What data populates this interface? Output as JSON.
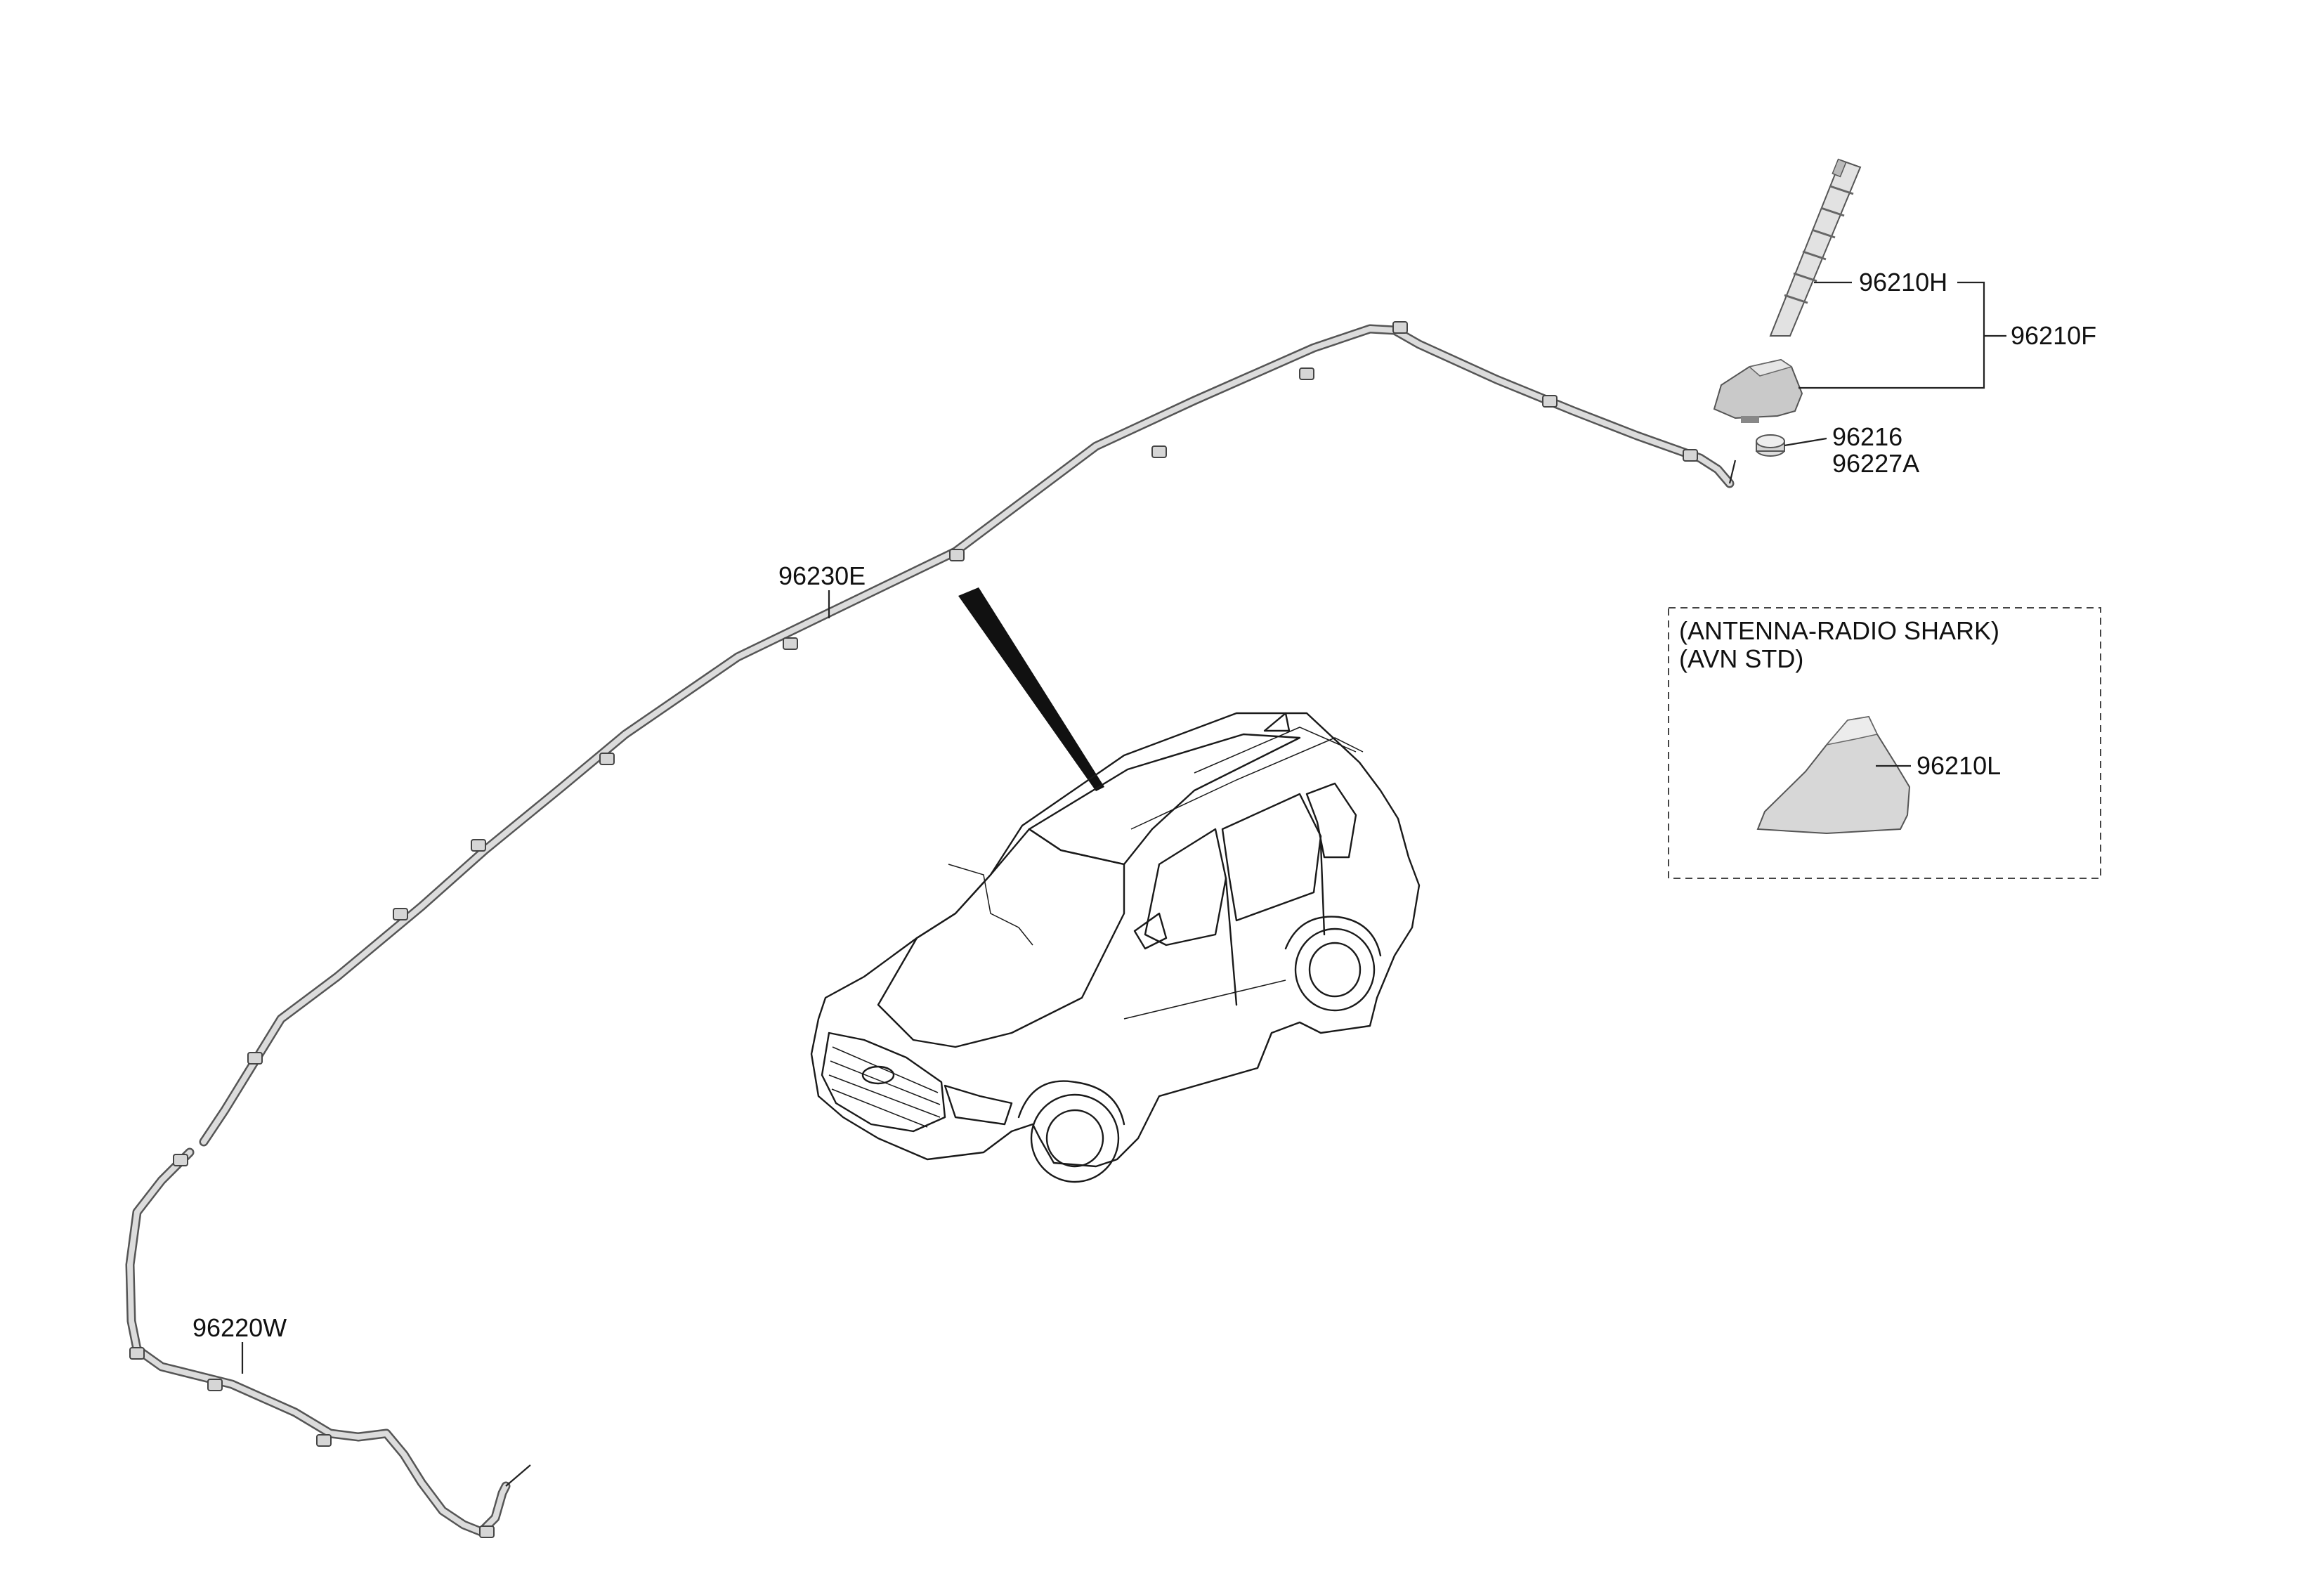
{
  "callouts": {
    "antenna_rod": "96210H",
    "antenna_assy": "96210F",
    "gasket": "96216",
    "nut": "96227A",
    "feeder_cable_main": "96230E",
    "feeder_cable_ext": "96220W",
    "shark_antenna": "96210L"
  },
  "option_box": {
    "line1": "(ANTENNA-RADIO SHARK)",
    "line2": "(AVN STD)"
  }
}
